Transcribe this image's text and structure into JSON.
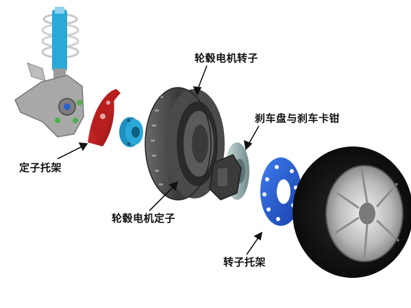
{
  "labels": {
    "hub_motor_rotor": "轮毂电机转子",
    "brake_disc_caliper": "刹车盘与刹车卡钳",
    "stator_bracket": "定子托架",
    "hub_motor_stator": "轮毂电机定子",
    "rotor_bracket": "转子托架"
  },
  "colors": {
    "stator_bracket": "#cc1f1f",
    "rotor_bracket": "#1f5bd6",
    "hub_cyan": "#2aa8d8",
    "motor_dark": "#3c3c3c",
    "tire": "#141414",
    "brake_disc": "#9ab0b0"
  }
}
